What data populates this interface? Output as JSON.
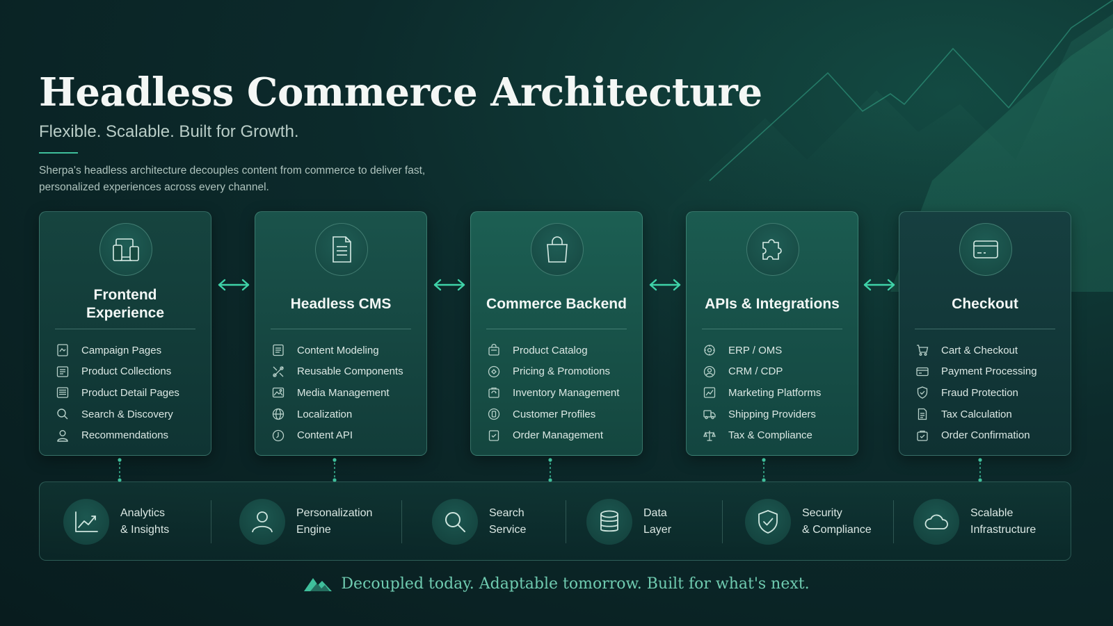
{
  "header": {
    "title": "Headless Commerce Architecture",
    "subtitle": "Flexible. Scalable. Built for Growth.",
    "intro": "Sherpa's headless architecture decouples content from commerce to deliver fast, personalized experiences across every channel."
  },
  "accent_color": "#3fbf9b",
  "cards": [
    {
      "title": "Frontend Experience",
      "icon": "devices-icon",
      "items": [
        {
          "label": "Campaign Pages",
          "icon": "campaign-page-icon"
        },
        {
          "label": "Product Collections",
          "icon": "collection-icon"
        },
        {
          "label": "Product Detail Pages",
          "icon": "detail-page-icon"
        },
        {
          "label": "Search & Discovery",
          "icon": "search-icon"
        },
        {
          "label": "Recommendations",
          "icon": "user-icon"
        }
      ]
    },
    {
      "title": "Headless CMS",
      "icon": "document-icon",
      "items": [
        {
          "label": "Content Modeling",
          "icon": "content-model-icon"
        },
        {
          "label": "Reusable Components",
          "icon": "components-icon"
        },
        {
          "label": "Media Management",
          "icon": "image-icon"
        },
        {
          "label": "Localization",
          "icon": "globe-icon"
        },
        {
          "label": "Content API",
          "icon": "api-icon"
        }
      ]
    },
    {
      "title": "Commerce Backend",
      "icon": "shopping-bag-icon",
      "items": [
        {
          "label": "Product Catalog",
          "icon": "catalog-icon"
        },
        {
          "label": "Pricing & Promotions",
          "icon": "tag-icon"
        },
        {
          "label": "Inventory Management",
          "icon": "inventory-icon"
        },
        {
          "label": "Customer Profiles",
          "icon": "profile-icon"
        },
        {
          "label": "Order Management",
          "icon": "order-icon"
        }
      ]
    },
    {
      "title": "APIs & Integrations",
      "icon": "puzzle-icon",
      "items": [
        {
          "label": "ERP / OMS",
          "icon": "erp-icon"
        },
        {
          "label": "CRM / CDP",
          "icon": "crm-icon"
        },
        {
          "label": "Marketing Platforms",
          "icon": "marketing-icon"
        },
        {
          "label": "Shipping Providers",
          "icon": "truck-icon"
        },
        {
          "label": "Tax & Compliance",
          "icon": "scale-icon"
        }
      ]
    },
    {
      "title": "Checkout",
      "icon": "credit-card-icon",
      "items": [
        {
          "label": "Cart & Checkout",
          "icon": "cart-icon"
        },
        {
          "label": "Payment Processing",
          "icon": "card-icon"
        },
        {
          "label": "Fraud Protection",
          "icon": "shield-check-icon"
        },
        {
          "label": "Tax Calculation",
          "icon": "receipt-icon"
        },
        {
          "label": "Order Confirmation",
          "icon": "confirm-icon"
        }
      ]
    }
  ],
  "features": [
    {
      "line1": "Analytics",
      "line2": "& Insights",
      "icon": "analytics-icon"
    },
    {
      "line1": "Personalization",
      "line2": "Engine",
      "icon": "person-icon"
    },
    {
      "line1": "Search",
      "line2": "Service",
      "icon": "search-icon"
    },
    {
      "line1": "Data",
      "line2": "Layer",
      "icon": "database-icon"
    },
    {
      "line1": "Security",
      "line2": "& Compliance",
      "icon": "shield-icon"
    },
    {
      "line1": "Scalable",
      "line2": "Infrastructure",
      "icon": "cloud-icon"
    }
  ],
  "footer": {
    "tagline": "Decoupled today. Adaptable tomorrow. Built for what's next.",
    "logo_icon": "mountain-logo-icon"
  }
}
